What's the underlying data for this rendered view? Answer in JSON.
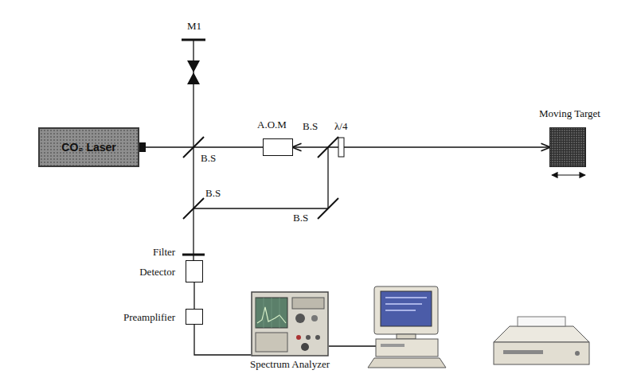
{
  "diagram": {
    "nodes": [
      {
        "text": [
          "CO₂ Laser"
        ]
      },
      {
        "text": [
          "A.O.M"
        ]
      },
      {
        "text": [
          "Moving Target"
        ]
      },
      {
        "text": [
          "Detector"
        ]
      },
      {
        "text": [
          "Preamplifier"
        ]
      },
      {
        "text": [
          "Spectrum Analyzer"
        ]
      }
    ],
    "edges": [
      {
        "from": 0,
        "to": 1,
        "arrow": "none"
      },
      {
        "from": 1,
        "to": 2,
        "arrow": "both"
      },
      {
        "from": 3,
        "to": 4,
        "arrow": "none"
      },
      {
        "from": 4,
        "to": 5,
        "arrow": "none"
      }
    ],
    "labels": [
      "M1",
      "B.S",
      "B.S",
      "B.S",
      "B.S",
      "λ/4",
      "Filter"
    ]
  }
}
